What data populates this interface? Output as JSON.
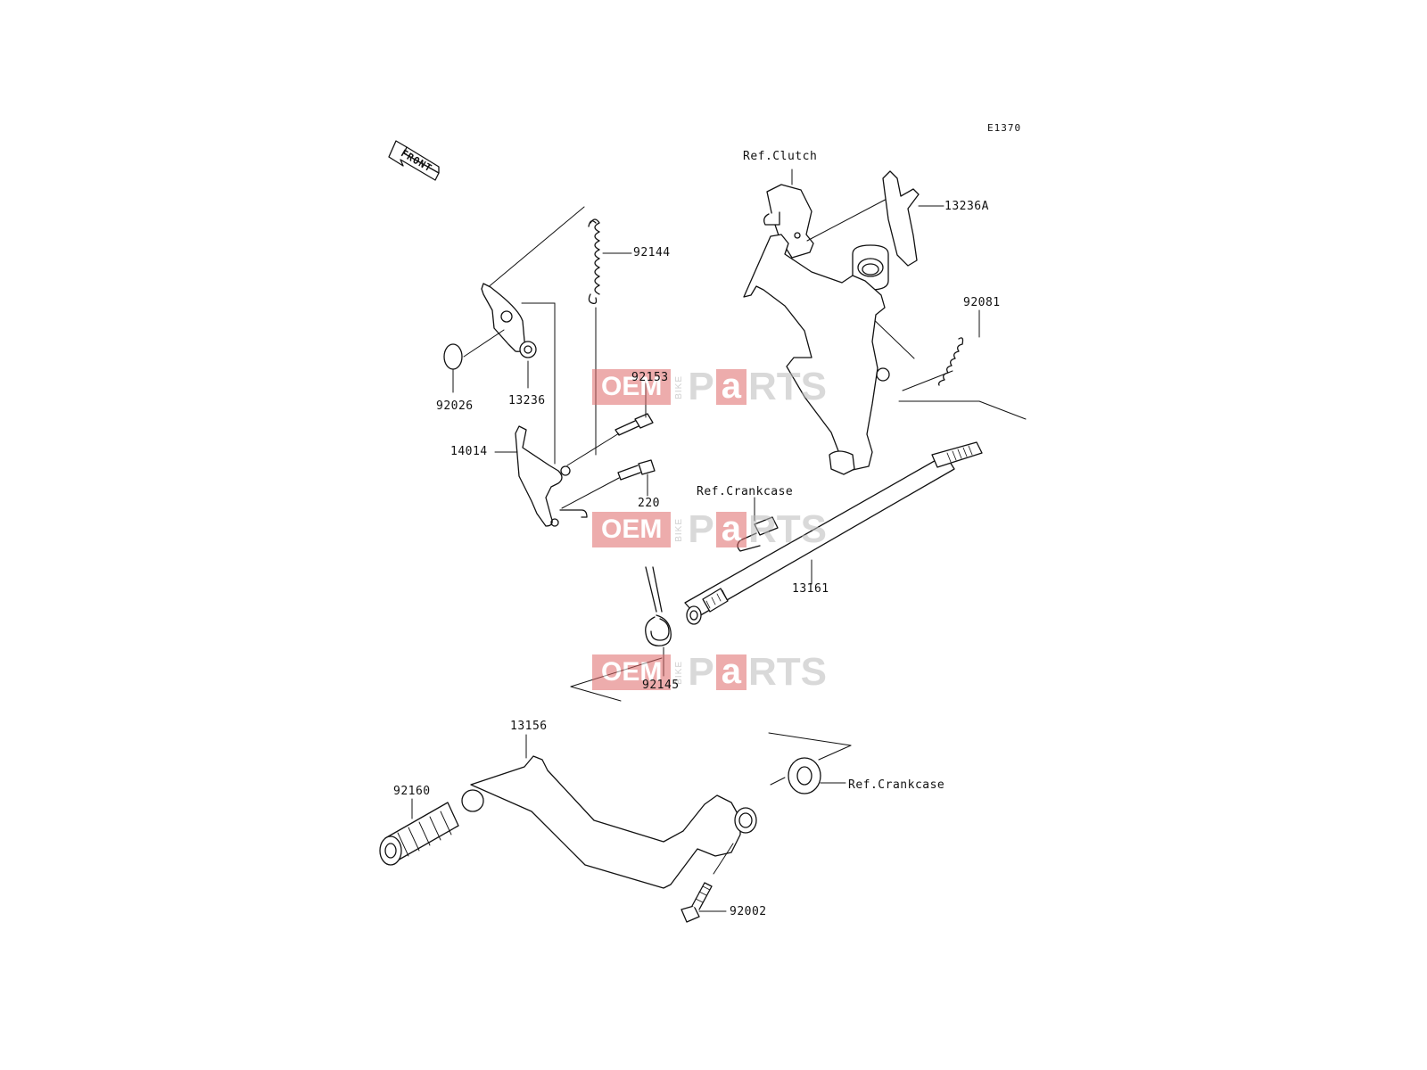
{
  "diagram": {
    "code": "E1370",
    "front_label": "FRONT",
    "watermark": {
      "oem": "OEM",
      "bike": "BIKE",
      "p": "P",
      "a": "a",
      "rts": "RTS"
    },
    "parts": {
      "p92144": "92144",
      "p92026": "92026",
      "p13236": "13236",
      "p92153": "92153",
      "p14014": "14014",
      "p220": "220",
      "ref_clutch": "Ref.Clutch",
      "p13236A": "13236A",
      "p92081": "92081",
      "ref_crankcase_top": "Ref.Crankcase",
      "p13161": "13161",
      "p92145": "92145",
      "p13156": "13156",
      "p92160": "92160",
      "ref_crankcase_bottom": "Ref.Crankcase",
      "p92002": "92002"
    }
  }
}
